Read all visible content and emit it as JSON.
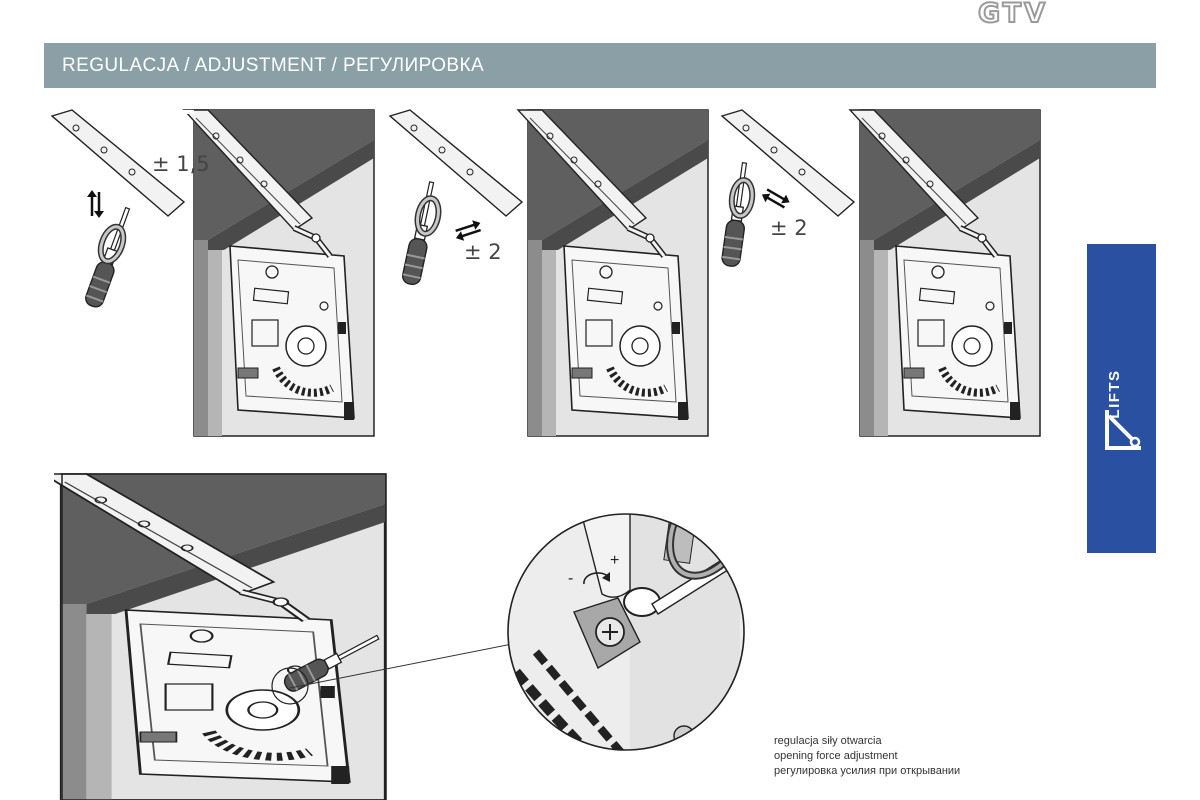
{
  "brand": {
    "logo_text": "GTV"
  },
  "header": {
    "title": "REGULACJA / ADJUSTMENT / РЕГУЛИРОВКА"
  },
  "side_tab": {
    "label": "LIFTS",
    "icon": "lift-mechanism-icon",
    "color": "#2a51a1"
  },
  "steps": [
    {
      "annotation": "± 1,5"
    },
    {
      "annotation": "± 2"
    },
    {
      "annotation": "± 2"
    }
  ],
  "detail": {
    "minus_mark": "-",
    "plus_mark": "+"
  },
  "caption": {
    "pl": "regulacja siły otwarcia",
    "en": "opening force adjustment",
    "ru": "регулировка усилия при открывании"
  },
  "colors": {
    "header_bar": "#8aa0a6",
    "cabinet_dark": "#5f5f5f",
    "cabinet_mid": "#8c8c8c",
    "cabinet_light": "#e3e3e3"
  }
}
